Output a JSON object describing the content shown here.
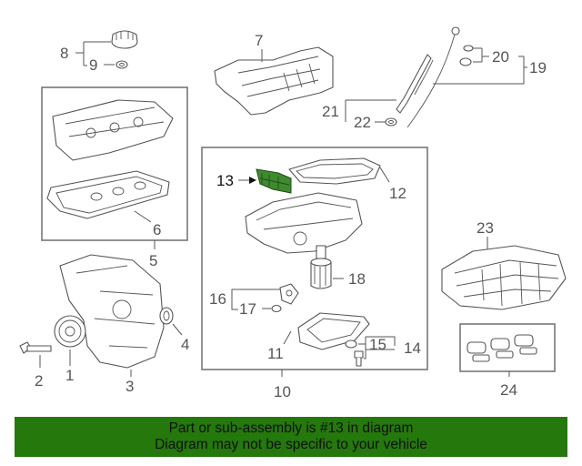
{
  "callouts": {
    "c1": "1",
    "c2": "2",
    "c3": "3",
    "c4": "4",
    "c5": "5",
    "c6": "6",
    "c7": "7",
    "c8": "8",
    "c9": "9",
    "c10": "10",
    "c11": "11",
    "c12": "12",
    "c13": "13",
    "c14": "14",
    "c15": "15",
    "c16": "16",
    "c17": "17",
    "c18": "18",
    "c19": "19",
    "c20": "20",
    "c21": "21",
    "c22": "22",
    "c23": "23",
    "c24": "24"
  },
  "highlighted_part": "13",
  "banner": {
    "line1": "Part or sub-assembly is #13 in diagram",
    "line2": "Diagram may not be specific to your vehicle"
  },
  "colors": {
    "highlight": "#3f8a2e",
    "banner_bg": "#24780c",
    "linework": "#555555"
  }
}
